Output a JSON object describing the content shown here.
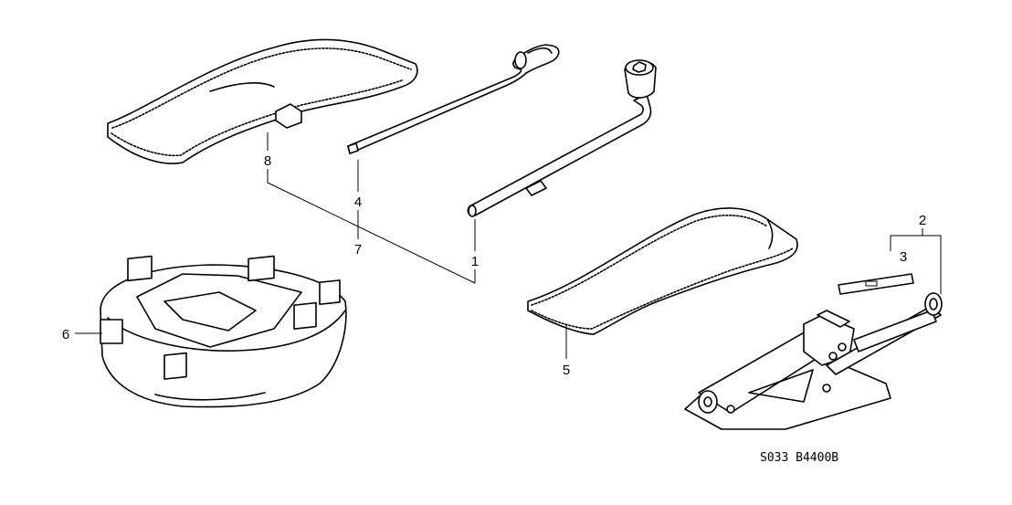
{
  "diagram_code": "S033 B4400B",
  "callouts": [
    {
      "number": "1",
      "part": "wheel-nut-wrench"
    },
    {
      "number": "2",
      "part": "jack"
    },
    {
      "number": "3",
      "part": "jack-plate"
    },
    {
      "number": "4",
      "part": "jack-handle"
    },
    {
      "number": "5",
      "part": "tool-bag-lower"
    },
    {
      "number": "6",
      "part": "spare-tire-tool-tray"
    },
    {
      "number": "7",
      "part": "jack-handle-sub"
    },
    {
      "number": "8",
      "part": "tool-bag-upper"
    }
  ]
}
